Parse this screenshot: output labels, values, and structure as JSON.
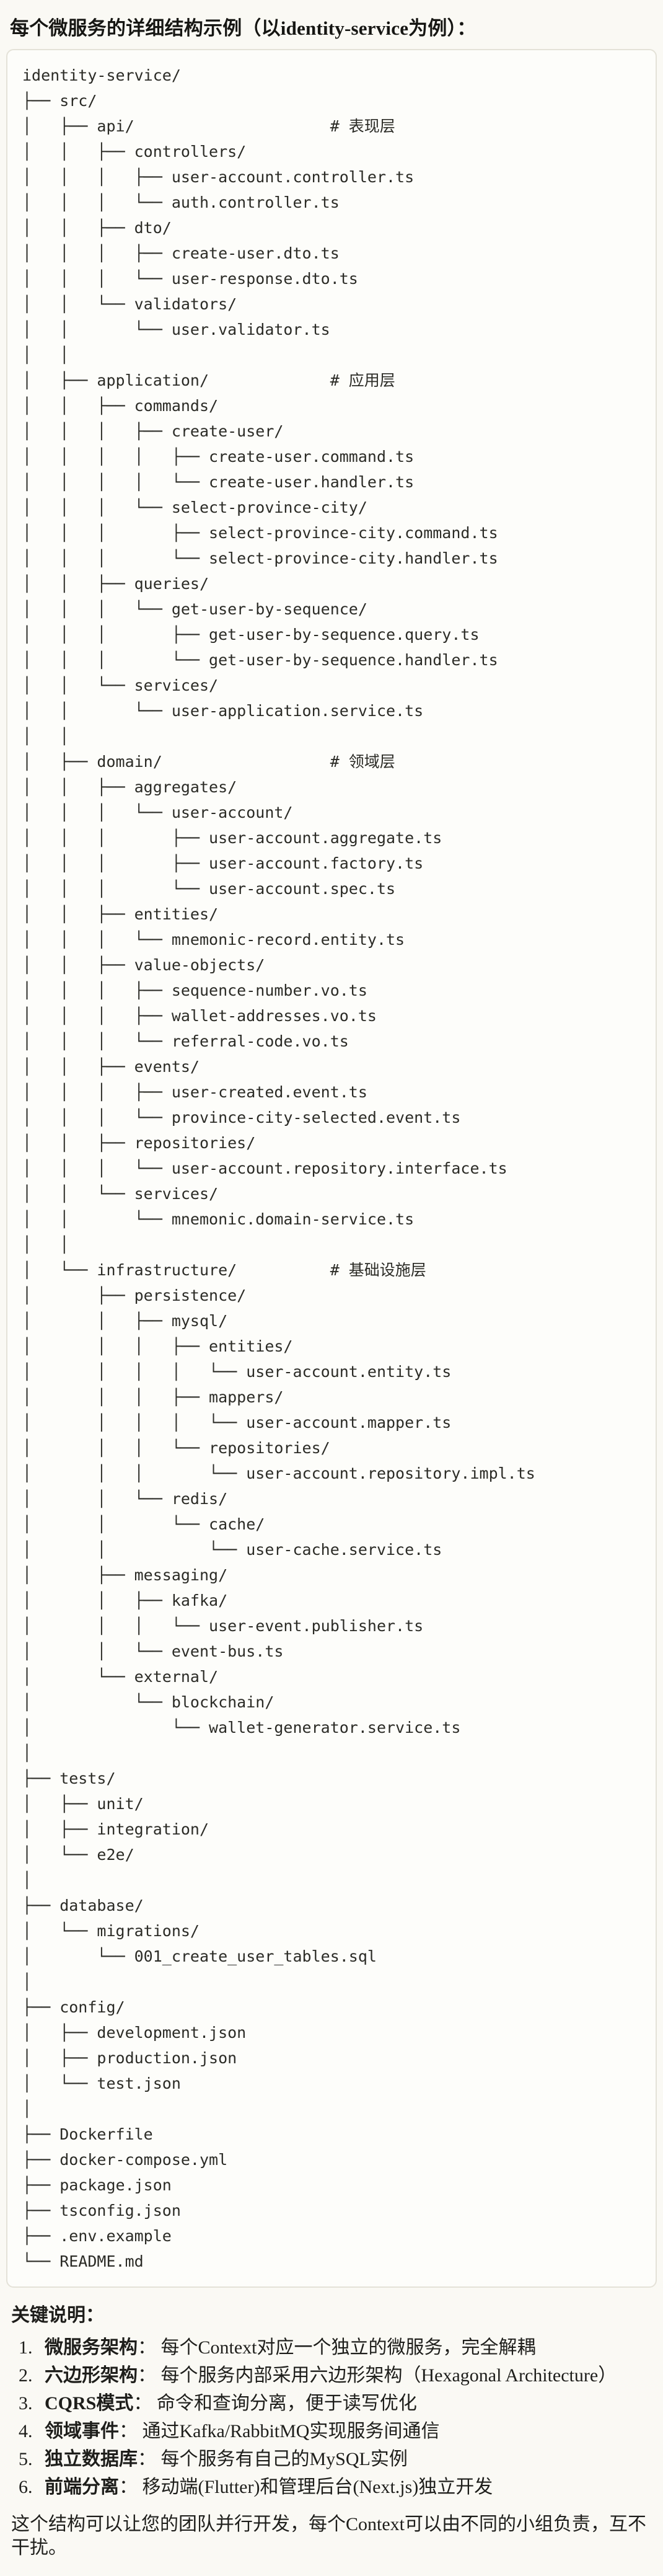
{
  "page": {
    "title": "每个微服务的详细结构示例（以identity-service为例）：",
    "colors": {
      "page_bg": "#FAF9F4",
      "code_bg": "#FDFDFA",
      "code_border": "#E4E2D8",
      "text": "#1C1C19",
      "code_text": "#2B2B26"
    }
  },
  "file_tree": {
    "root": "identity-service/",
    "lines": [
      "identity-service/",
      "├── src/",
      "│   ├── api/                     # 表现层",
      "│   │   ├── controllers/",
      "│   │   │   ├── user-account.controller.ts",
      "│   │   │   └── auth.controller.ts",
      "│   │   ├── dto/",
      "│   │   │   ├── create-user.dto.ts",
      "│   │   │   └── user-response.dto.ts",
      "│   │   └── validators/",
      "│   │       └── user.validator.ts",
      "│   │",
      "│   ├── application/             # 应用层",
      "│   │   ├── commands/",
      "│   │   │   ├── create-user/",
      "│   │   │   │   ├── create-user.command.ts",
      "│   │   │   │   └── create-user.handler.ts",
      "│   │   │   └── select-province-city/",
      "│   │   │       ├── select-province-city.command.ts",
      "│   │   │       └── select-province-city.handler.ts",
      "│   │   ├── queries/",
      "│   │   │   └── get-user-by-sequence/",
      "│   │   │       ├── get-user-by-sequence.query.ts",
      "│   │   │       └── get-user-by-sequence.handler.ts",
      "│   │   └── services/",
      "│   │       └── user-application.service.ts",
      "│   │",
      "│   ├── domain/                  # 领域层",
      "│   │   ├── aggregates/",
      "│   │   │   └── user-account/",
      "│   │   │       ├── user-account.aggregate.ts",
      "│   │   │       ├── user-account.factory.ts",
      "│   │   │       └── user-account.spec.ts",
      "│   │   ├── entities/",
      "│   │   │   └── mnemonic-record.entity.ts",
      "│   │   ├── value-objects/",
      "│   │   │   ├── sequence-number.vo.ts",
      "│   │   │   ├── wallet-addresses.vo.ts",
      "│   │   │   └── referral-code.vo.ts",
      "│   │   ├── events/",
      "│   │   │   ├── user-created.event.ts",
      "│   │   │   └── province-city-selected.event.ts",
      "│   │   ├── repositories/",
      "│   │   │   └── user-account.repository.interface.ts",
      "│   │   └── services/",
      "│   │       └── mnemonic.domain-service.ts",
      "│   │",
      "│   └── infrastructure/          # 基础设施层",
      "│       ├── persistence/",
      "│       │   ├── mysql/",
      "│       │   │   ├── entities/",
      "│       │   │   │   └── user-account.entity.ts",
      "│       │   │   ├── mappers/",
      "│       │   │   │   └── user-account.mapper.ts",
      "│       │   │   └── repositories/",
      "│       │   │       └── user-account.repository.impl.ts",
      "│       │   └── redis/",
      "│       │       └── cache/",
      "│       │           └── user-cache.service.ts",
      "│       ├── messaging/",
      "│       │   ├── kafka/",
      "│       │   │   └── user-event.publisher.ts",
      "│       │   └── event-bus.ts",
      "│       └── external/",
      "│           └── blockchain/",
      "│               └── wallet-generator.service.ts",
      "│",
      "├── tests/",
      "│   ├── unit/",
      "│   ├── integration/",
      "│   └── e2e/",
      "│",
      "├── database/",
      "│   └── migrations/",
      "│       └── 001_create_user_tables.sql",
      "│",
      "├── config/",
      "│   ├── development.json",
      "│   ├── production.json",
      "│   └── test.json",
      "│",
      "├── Dockerfile",
      "├── docker-compose.yml",
      "├── package.json",
      "├── tsconfig.json",
      "├── .env.example",
      "└── README.md"
    ]
  },
  "notes": {
    "heading": "关键说明：",
    "items": [
      {
        "num": "1.",
        "label": "微服务架构",
        "text": "： 每个Context对应一个独立的微服务，完全解耦"
      },
      {
        "num": "2.",
        "label": "六边形架构",
        "text": "： 每个服务内部采用六边形架构（Hexagonal Architecture）"
      },
      {
        "num": "3.",
        "label": "CQRS模式",
        "text": "： 命令和查询分离，便于读写优化"
      },
      {
        "num": "4.",
        "label": "领域事件",
        "text": "： 通过Kafka/RabbitMQ实现服务间通信"
      },
      {
        "num": "5.",
        "label": "独立数据库",
        "text": "： 每个服务有自己的MySQL实例"
      },
      {
        "num": "6.",
        "label": "前端分离",
        "text": "： 移动端(Flutter)和管理后台(Next.js)独立开发"
      }
    ],
    "footer": "这个结构可以让您的团队并行开发，每个Context可以由不同的小组负责，互不干扰。"
  }
}
